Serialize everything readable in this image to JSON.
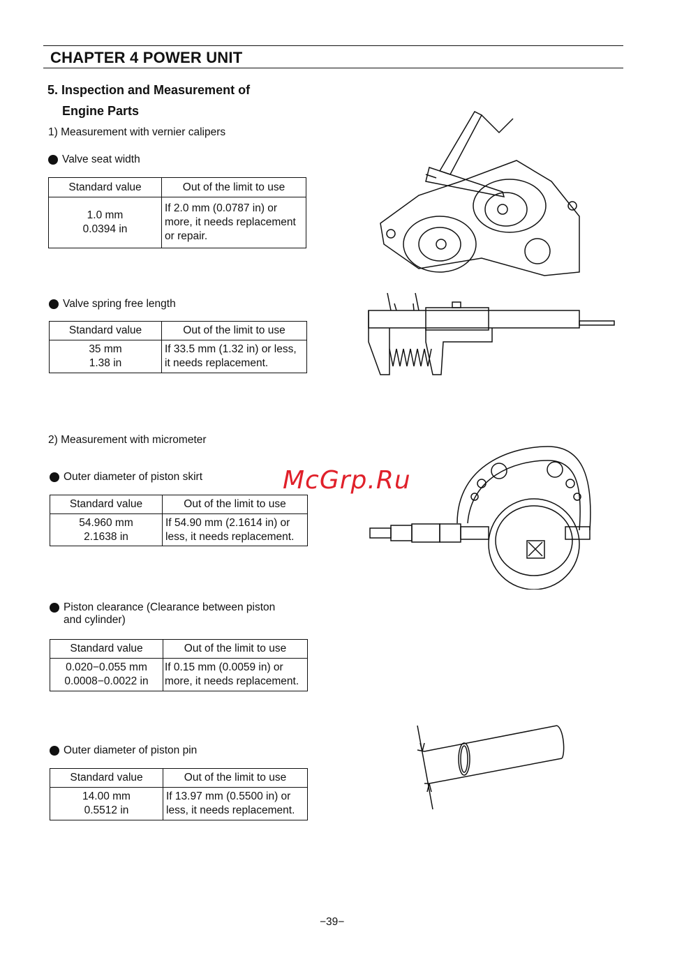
{
  "header": {
    "chapter_title": "CHAPTER 4  POWER UNIT"
  },
  "section": {
    "title_line1": "5. Inspection and Measurement of",
    "title_line2": "Engine Parts"
  },
  "subsections": {
    "calipers": "1) Measurement with vernier calipers",
    "micrometer": "2) Measurement with micrometer"
  },
  "items": [
    {
      "label": "Valve seat width",
      "col1": "Standard value",
      "col2": "Out of the limit to use",
      "std": [
        "1.0 mm",
        "0.0394 in"
      ],
      "limit": [
        "If 2.0 mm (0.0787 in) or",
        "more, it needs replacement",
        "or repair."
      ]
    },
    {
      "label": "Valve spring free length",
      "col1": "Standard value",
      "col2": "Out of the limit to use",
      "std": [
        "35 mm",
        "1.38 in"
      ],
      "limit": [
        "If 33.5 mm (1.32 in) or less,",
        "it needs replacement."
      ]
    },
    {
      "label": "Outer diameter of piston skirt",
      "col1": "Standard value",
      "col2": "Out of the limit to use",
      "std": [
        "54.960 mm",
        "2.1638 in"
      ],
      "limit": [
        "If 54.90 mm (2.1614 in) or",
        "less, it needs replacement."
      ]
    },
    {
      "label": "Piston clearance (Clearance between piston",
      "label2": "and cylinder)",
      "col1": "Standard value",
      "col2": "Out of the limit to use",
      "std": [
        "0.020−0.055 mm",
        "0.0008−0.0022 in"
      ],
      "limit": [
        "If 0.15 mm (0.0059 in) or",
        "more, it needs replacement."
      ]
    },
    {
      "label": "Outer diameter of piston pin",
      "col1": "Standard value",
      "col2": "Out of the limit to use",
      "std": [
        "14.00 mm",
        "0.5512 in"
      ],
      "limit": [
        "If 13.97 mm (0.5500 in) or",
        "less, it needs replacement."
      ]
    }
  ],
  "watermark": "McGrp.Ru",
  "page_number": "−39−"
}
